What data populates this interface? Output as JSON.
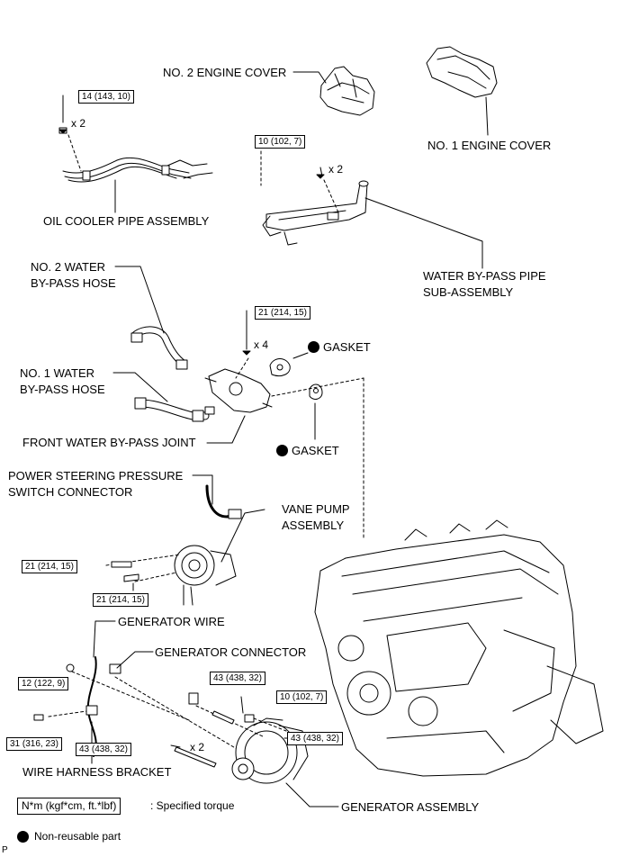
{
  "labels": {
    "engine_cover_2": "NO. 2 ENGINE COVER",
    "engine_cover_1": "NO. 1 ENGINE COVER",
    "oil_cooler_pipe": "OIL COOLER PIPE ASSEMBLY",
    "water_bypass_pipe_l1": "WATER BY-PASS PIPE",
    "water_bypass_pipe_l2": "SUB-ASSEMBLY",
    "no2_hose_l1": "NO. 2 WATER",
    "no2_hose_l2": "BY-PASS HOSE",
    "no1_hose_l1": "NO. 1 WATER",
    "no1_hose_l2": "BY-PASS HOSE",
    "gasket_1": "GASKET",
    "gasket_2": "GASKET",
    "front_joint": "FRONT WATER BY-PASS JOINT",
    "ps_switch_l1": "POWER STEERING PRESSURE",
    "ps_switch_l2": "SWITCH CONNECTOR",
    "vane_pump_l1": "VANE PUMP",
    "vane_pump_l2": "ASSEMBLY",
    "generator_wire": "GENERATOR WIRE",
    "generator_connector": "GENERATOR CONNECTOR",
    "wire_harness_bracket": "WIRE HARNESS BRACKET",
    "generator_assembly": "GENERATOR ASSEMBLY"
  },
  "torques": {
    "oil_cooler_bolt": "14 (143, 10)",
    "bypass_pipe_bolt": "10 (102, 7)",
    "joint_nut": "21 (214, 15)",
    "pump_bolt_upper": "21 (214, 15)",
    "pump_bolt_lower": "21 (214, 15)",
    "wire_nut": "12 (122, 9)",
    "bracket_bolt": "31 (316, 23)",
    "gen_nut_top": "43 (438, 32)",
    "gen_stud": "10 (102, 7)",
    "gen_bolt_right": "43 (438, 32)",
    "gen_bolt_left": "43 (438, 32)"
  },
  "multipliers": {
    "oil_cooler": "x 2",
    "bypass_pipe": "x 2",
    "joint": "x 4",
    "generator": "x 2"
  },
  "legend": {
    "torque_unit": "N*m (kgf*cm, ft.*lbf)",
    "torque_desc": ": Specified torque",
    "non_reusable": "Non-reusable part"
  },
  "corner_mark": "P"
}
